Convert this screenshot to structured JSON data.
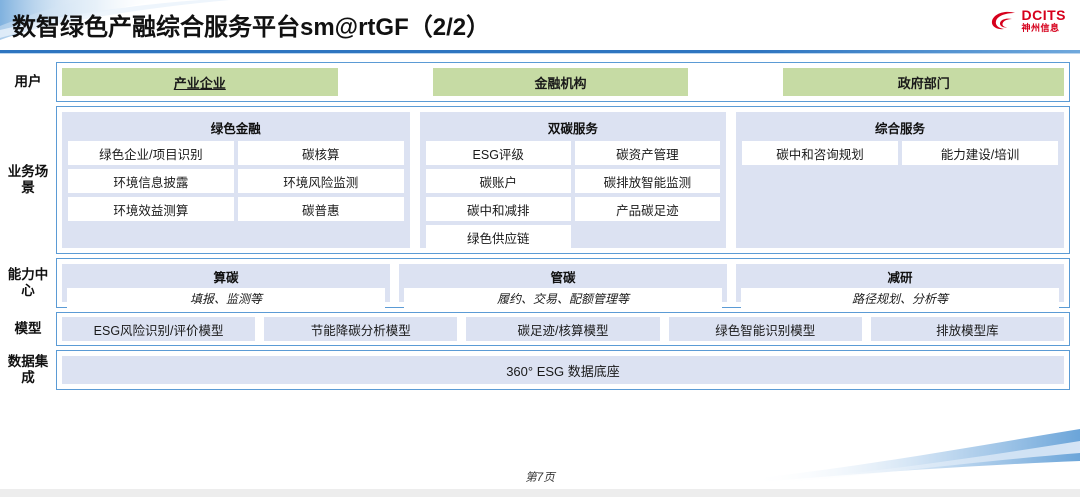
{
  "header": {
    "title": "数智绿色产融综合服务平台sm@rtGF（2/2）",
    "logo_en": "DCITS",
    "logo_cn": "神州信息",
    "brand_red": "#d6001c",
    "rule_blue": "#2e75c0"
  },
  "colors": {
    "user_green": "#c6dba4",
    "panel_blue": "#dce2f2",
    "border_blue": "#5b9bd5"
  },
  "rows": {
    "user": {
      "label": "用户",
      "items": [
        {
          "label": "产业企业"
        },
        {
          "label": "金融机构"
        },
        {
          "label": "政府部门"
        }
      ]
    },
    "business": {
      "label": "业务场景",
      "groups": [
        {
          "title": "绿色金融",
          "items": [
            "绿色企业/项目识别",
            "碳核算",
            "环境信息披露",
            "环境风险监测",
            "环境效益测算",
            "碳普惠"
          ]
        },
        {
          "title": "双碳服务",
          "items": [
            "ESG评级",
            "碳资产管理",
            "碳账户",
            "碳排放智能监测",
            "碳中和减排",
            "产品碳足迹",
            "绿色供应链"
          ]
        },
        {
          "title": "综合服务",
          "items": [
            "碳中和咨询规划",
            "能力建设/培训"
          ]
        }
      ]
    },
    "capability": {
      "label": "能力中心",
      "groups": [
        {
          "title": "算碳",
          "subtitle": "填报、监测等"
        },
        {
          "title": "管碳",
          "subtitle": "履约、交易、配额管理等"
        },
        {
          "title": "减研",
          "subtitle": "路径规划、分析等"
        }
      ]
    },
    "model": {
      "label": "模型",
      "items": [
        "ESG风险识别/评价模型",
        "节能降碳分析模型",
        "碳足迹/核算模型",
        "绿色智能识别模型",
        "排放模型库"
      ]
    },
    "data": {
      "label": "数据集成",
      "band": "360° ESG 数据底座"
    }
  },
  "footer": {
    "page": "第7页"
  }
}
